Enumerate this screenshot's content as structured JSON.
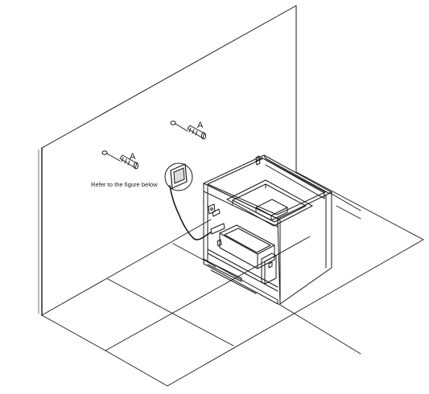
{
  "labels": {
    "anchor_left": "A",
    "anchor_right": "A",
    "refer_note": "Refer to the figure below"
  },
  "colors": {
    "line": "#1a1a1a",
    "background": "#ffffff",
    "shade": "#dcdcdc"
  }
}
